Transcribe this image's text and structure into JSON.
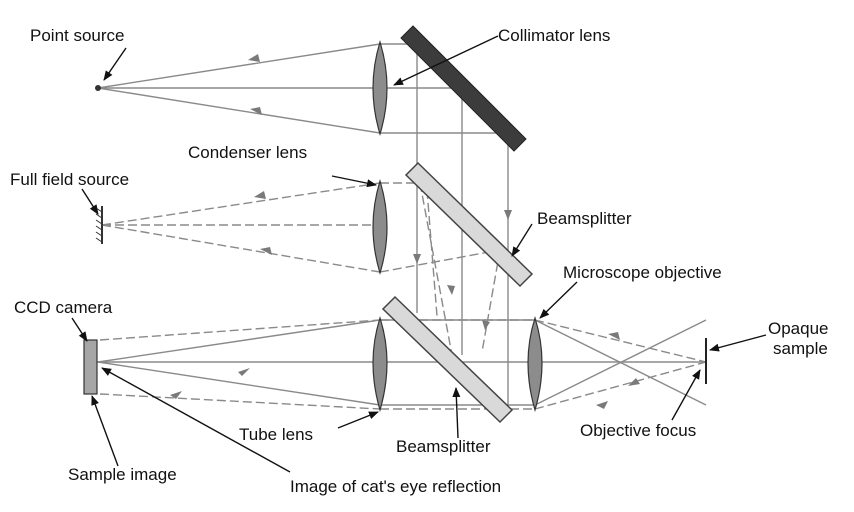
{
  "labels": {
    "point_source": "Point source",
    "collimator_lens": "Collimator lens",
    "condenser_lens": "Condenser lens",
    "full_field_source": "Full field source",
    "beamsplitter_top": "Beamsplitter",
    "microscope_objective": "Microscope objective",
    "ccd_camera": "CCD camera",
    "opaque_sample_1": "Opaque",
    "opaque_sample_2": "sample",
    "tube_lens": "Tube lens",
    "beamsplitter_bottom": "Beamsplitter",
    "objective_focus": "Objective focus",
    "sample_image": "Sample image",
    "cats_eye_image": "Image of cat's eye reflection"
  },
  "colors": {
    "mirror": "#3c3c3c",
    "lens": "#8c8c8c",
    "beamsplitter": "#d9d9d9",
    "ray": "#8a8a8a",
    "ccd": "#a6a6a6"
  }
}
